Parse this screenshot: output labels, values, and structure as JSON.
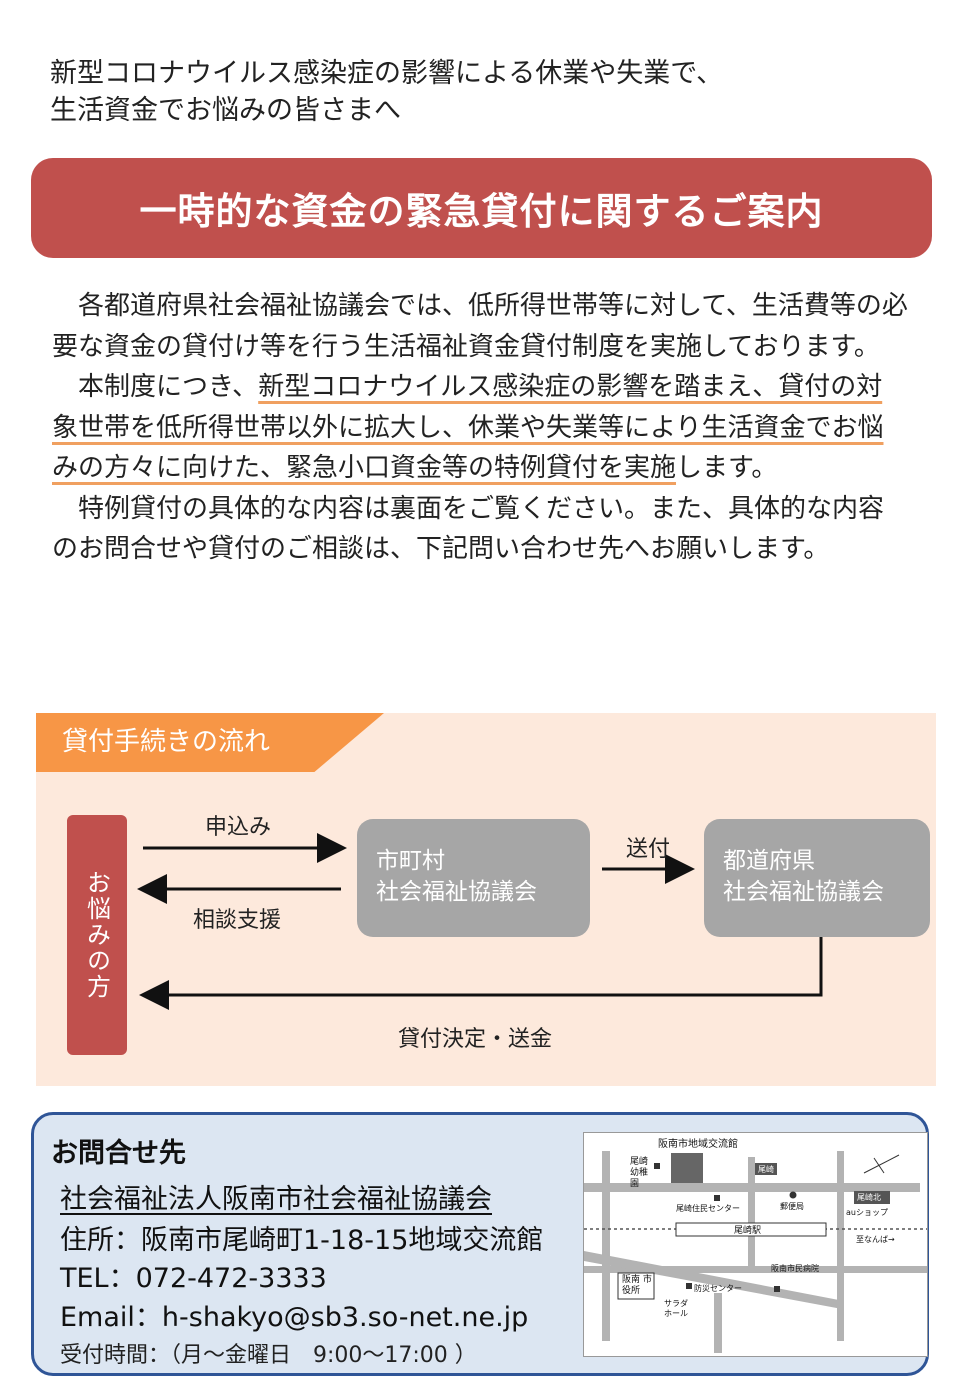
{
  "intro": {
    "line1": "新型コロナウイルス感染症の影響による休業や失業で、",
    "line2": "生活資金でお悩みの皆さまへ"
  },
  "title": "一時的な資金の緊急貸付に関するご案内",
  "body": {
    "p1": "各都道府県社会福祉協議会では、低所得世帯等に対して、生活費等の必要な資金の貸付け等を行う生活福祉資金貸付制度を実施しております。",
    "p2_pre": "本制度につき、",
    "p2_underlined": "新型コロナウイルス感染症の影響を踏まえ、貸付の対象世帯を低所得世帯以外に拡大し、休業や失業等により生活資金でお悩みの方々に向けた、緊急小口資金等の特例貸付を実施",
    "p2_post": "します。",
    "p3": "特例貸付の具体的な内容は裏面をご覧ください。また、具体的な内容のお問合せや貸付のご相談は、下記問い合わせ先へお願いします。"
  },
  "flow": {
    "tab": "貸付手続きの流れ",
    "person": "お悩みの方",
    "apply": "申込み",
    "consult": "相談支援",
    "send": "送付",
    "decision": "貸付決定・送金",
    "box1": {
      "line1": "市町村",
      "line2": "社会福祉協議会"
    },
    "box2": {
      "line1": "都道府県",
      "line2": "社会福祉協議会"
    }
  },
  "contact": {
    "title": "お問合せ先",
    "org": "社会福祉法人阪南市社会福祉協議会",
    "address": "住所：阪南市尾崎町1-18-15地域交流館",
    "tel": "TEL：072-472-3333",
    "email": "Email：h-shakyo@sb3.so-net.ne.jp",
    "hours": "受付時間：（月～金曜日　9:00～17:00 ）"
  },
  "map": {
    "title": "阪南市地域交流館",
    "labels": {
      "nursery": "尾崎 幼稚園",
      "ozaki": "尾崎",
      "community": "尾崎住民センター",
      "post": "郵便局",
      "ozaki_north": "尾崎北",
      "au": "auショップ",
      "station": "尾崎駅",
      "to_namba": "至なんば→",
      "hospital": "阪南市民病院",
      "city_hall": "阪南 市役所",
      "bousai": "防災センター",
      "salad": "サラダ ホール"
    }
  },
  "colors": {
    "banner": "#c0504d",
    "flow_bg": "#fde9dc",
    "flow_tab": "#f79646",
    "gray_box": "#a6a6a6",
    "contact_bg": "#dce6f2",
    "contact_border": "#2f5597",
    "underline": "#f0a060"
  }
}
